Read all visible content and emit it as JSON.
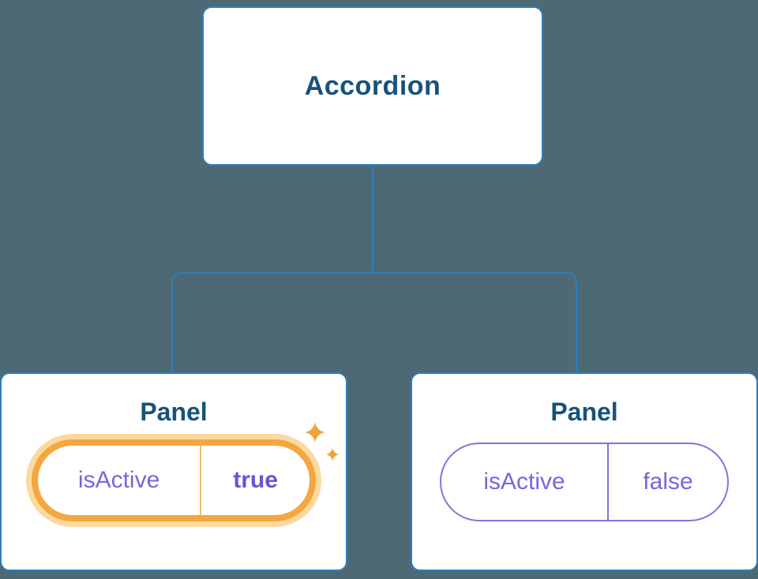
{
  "diagram": {
    "root": {
      "label": "Accordion"
    },
    "panels": [
      {
        "label": "Panel",
        "prop_name": "isActive",
        "prop_value": "true",
        "highlighted": true
      },
      {
        "label": "Panel",
        "prop_name": "isActive",
        "prop_value": "false",
        "highlighted": false
      }
    ]
  },
  "colors": {
    "background": "#4d6a74",
    "node_border": "#2e7dbd",
    "node_background": "#ffffff",
    "title_text": "#17527a",
    "prop_text": "#7568d9",
    "prop_value_bold_text": "#6355d8",
    "highlight_orange": "#f3a73e",
    "highlight_glow": "#fcd9a0",
    "sparkle": "#f2a33c",
    "connector": "#2e7dbd"
  }
}
